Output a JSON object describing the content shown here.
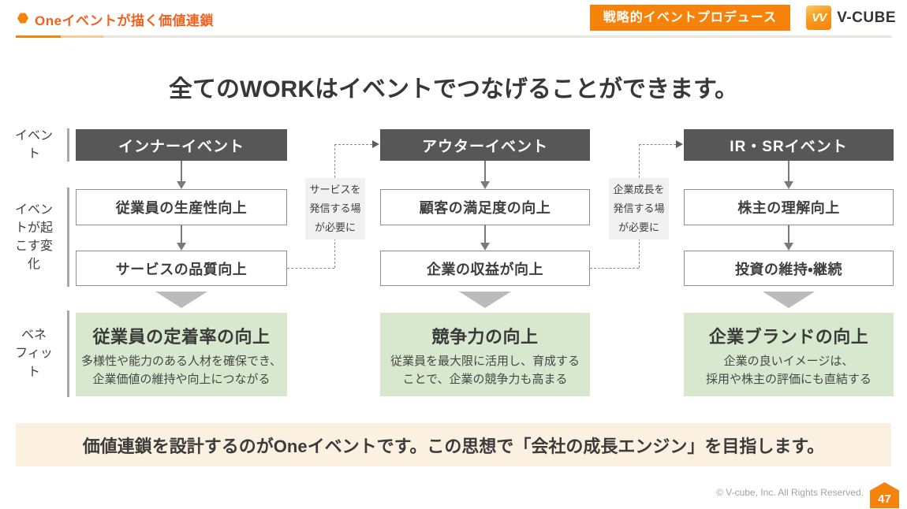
{
  "header": {
    "title": "Oneイベントが描く価値連鎖",
    "badge": "戦略的イベントプロデュース",
    "logo_cube_letters": "VV",
    "logo_text": "V-CUBE"
  },
  "main_title": "全てのWORKはイベントでつなげることができます。",
  "row_labels": [
    "イベント",
    "イベントが起こす変化",
    "ベネフィット"
  ],
  "diagram": {
    "columns": [
      {
        "header": "インナーイベント",
        "changes": [
          "従業員の生産性向上",
          "サービスの品質向上"
        ],
        "benefit_title": "従業員の定着率の向上",
        "benefit_desc": [
          "多様性や能力のある人材を確保でき、",
          "企業価値の維持や向上につながる"
        ]
      },
      {
        "header": "アウターイベント",
        "changes": [
          "顧客の満足度の向上",
          "企業の収益が向上"
        ],
        "benefit_title": "競争力の向上",
        "benefit_desc": [
          "従業員を最大限に活用し、育成する",
          "ことで、企業の競争力も高まる"
        ]
      },
      {
        "header": "IR・SRイベント",
        "changes": [
          "株主の理解向上",
          "投資の維持・継続"
        ],
        "benefit_title": "企業ブランドの向上",
        "benefit_desc": [
          "企業の良いイメージは、",
          "採用や株主の評価にも直結する"
        ]
      }
    ],
    "connectors": [
      {
        "note": [
          "サービスを",
          "発信する場",
          "が必要に"
        ]
      },
      {
        "note": [
          "企業成長を",
          "発信する場",
          "が必要に"
        ]
      }
    ]
  },
  "bottom_banner": "価値連鎖を設計するのがOneイベントです。この思想で「会社の成長エンジン」を目指します。",
  "footer": {
    "copyright": "© V-cube, Inc. All Rights Reserved.",
    "page_number": "47"
  },
  "colors": {
    "accent": "#F5820B",
    "title-orange": "#F4611E",
    "header-box": "#575757",
    "box-border": "#8F8F8F",
    "benefit-bg": "#D8E8CE",
    "note-bg": "#F1F1F1",
    "banner-bg": "#FCF1E1",
    "text-dark": "#3C3C3C",
    "line-gray": "#A8A8A8"
  }
}
